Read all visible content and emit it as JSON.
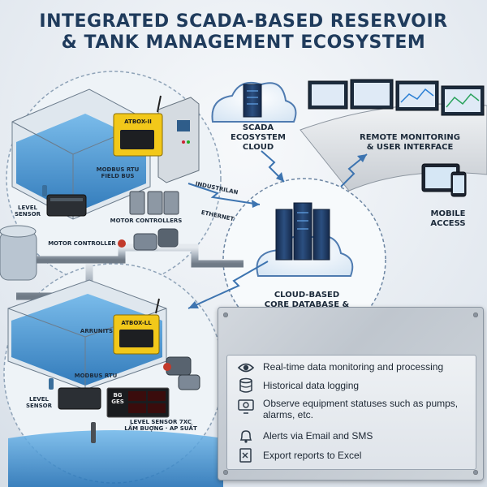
{
  "title_line1": "INTEGRATED SCADA-BASED RESERVOIR",
  "title_line2": "& TANK MANAGEMENT ECOSYSTEM",
  "labels": {
    "atbox_top": "ATBOX-II",
    "atbox_bottom": "ATBOX-LL",
    "modbus_field": "MODBUS RTU\nFIELD BUS",
    "level_sensor_top": "LEVEL\nSENSOR",
    "motor_controllers": "MOTOR CONTROLLERS",
    "motor_controller": "MOTOR CONTROLLER",
    "industrial_ethernet_a": "INDUSTRILAN",
    "industrial_ethernet_b": "ETHERNET",
    "scada_cloud": "SCADA\nECOSYSTEM\nCLOUD",
    "remote_monitoring": "REMOTE MONITORING\n& USER INTERFACE",
    "mobile_access": "MOBILE\nACCESS",
    "core_db": "CLOUD-BASED\nCORE DATABASE &\nSCADA SERVER",
    "arrunits": "ARRUNITS",
    "modbus_rtu": "MODBUS RTU",
    "level_sensor_bottom": "LEVEL\nSENSOR",
    "level_sensor_7xc": "LEVEL SENSOR 7XC\nLẤM BUỢNG · AP SUẤT",
    "display_code": "BG GES"
  },
  "features": [
    {
      "icon": "eye-icon",
      "text": "Real-time data monitoring and processing"
    },
    {
      "icon": "database-icon",
      "text": "Historical data logging"
    },
    {
      "icon": "gear-monitor-icon",
      "text": "Observe equipment statuses such as pumps, alarms, etc."
    },
    {
      "icon": "bell-icon",
      "text": "Alerts via Email and SMS"
    },
    {
      "icon": "excel-export-icon",
      "text": "Export reports to Excel"
    }
  ],
  "colors": {
    "title": "#1f3b5c",
    "water": "#3d8fd1",
    "cloud": "#3a6fa3",
    "atbox": "#f2c81a",
    "server": "#1f3d66"
  }
}
